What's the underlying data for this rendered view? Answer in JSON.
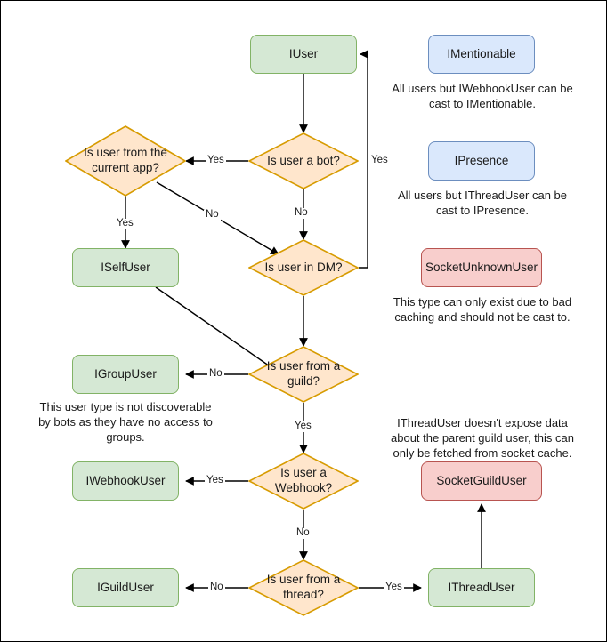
{
  "diagram": {
    "title": "Discord.Net user type decision flowchart",
    "colors": {
      "green_fill": "#d5e8d4",
      "green_stroke": "#82b366",
      "blue_fill": "#dae8fc",
      "blue_stroke": "#6c8ebf",
      "red_fill": "#f8cecc",
      "red_stroke": "#b85450",
      "diamond_fill": "#ffe6cc",
      "diamond_stroke": "#d79b00",
      "edge_stroke": "#000000",
      "canvas_border": "#000000"
    },
    "nodes": {
      "iuser": "IUser",
      "iselfuser": "ISelfUser",
      "igroupuser": "IGroupUser",
      "iwebhookuser": "IWebhookUser",
      "iguilduser": "IGuildUser",
      "ithreaduser": "IThreadUser",
      "imentionable": "IMentionable",
      "ipresence": "IPresence",
      "socketunknownuser": "SocketUnknownUser",
      "socketguilduser": "SocketGuildUser"
    },
    "decisions": {
      "is_bot": "Is user a bot?",
      "is_current_app": "Is user from the current app?",
      "is_dm": "Is user in DM?",
      "is_guild": "Is user from a guild?",
      "is_webhook": "Is user a Webhook?",
      "is_thread": "Is user from a thread?"
    },
    "notes": {
      "imentionable": "All users but IWebhookUser can be cast to IMentionable.",
      "ipresence": "All users but IThreadUser can be cast to IPresence.",
      "socketunknownuser": "This type can only exist due to bad caching and should not be cast to.",
      "igroupuser": "This user type is not discoverable by bots as they have no access to groups.",
      "socketguilduser": "IThreadUser doesn't expose data about the parent guild user, this can only be fetched from socket cache."
    },
    "edge_labels": {
      "bot_yes": "Yes",
      "bot_no": "No",
      "dm_yes": "Yes",
      "dm_no": "No",
      "app_yes": "Yes",
      "app_no": "No",
      "guild_no": "No",
      "guild_yes": "Yes",
      "webhook_yes": "Yes",
      "webhook_no": "No",
      "thread_no": "No",
      "thread_yes": "Yes"
    }
  }
}
